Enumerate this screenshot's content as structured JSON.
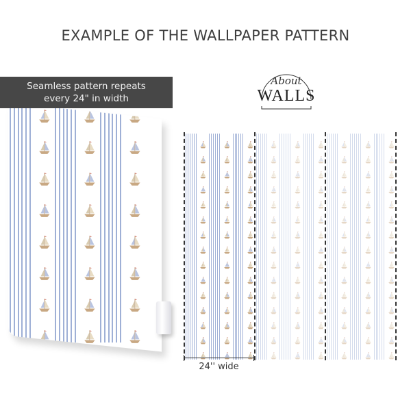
{
  "header": {
    "title": "EXAMPLE OF THE WALLPAPER PATTERN"
  },
  "banner": {
    "line1": "Seamless pattern repeats",
    "line2": "every 24\" in width"
  },
  "logo": {
    "script": "About",
    "word": "WALLS"
  },
  "pattern": {
    "stripe_color": "#9fb0d6",
    "boat_sail_blue": "#b9c4e0",
    "boat_hull_tan": "#c8a883",
    "background": "#ffffff",
    "panels": 3,
    "repeat_width_in": 24
  },
  "measurement": {
    "label": "24'' wide"
  }
}
